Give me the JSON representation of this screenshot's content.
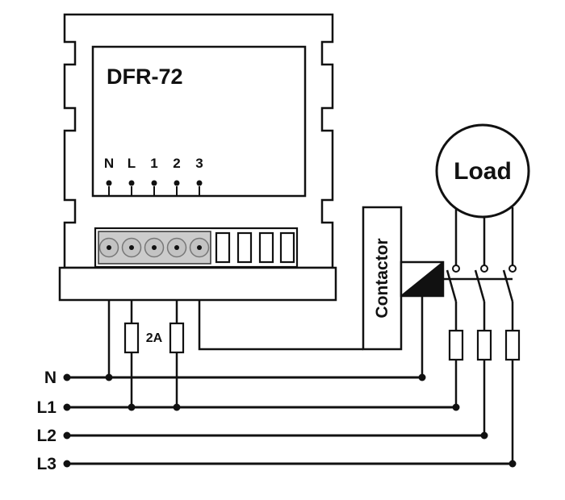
{
  "device": {
    "label": "DFR-72",
    "terminals": [
      "N",
      "L",
      "1",
      "2",
      "3"
    ]
  },
  "fuse": {
    "label": "2A"
  },
  "contactor": {
    "label": "Contactor"
  },
  "load": {
    "label": "Load"
  },
  "bus": {
    "labels": [
      "N",
      "L1",
      "L2",
      "L3"
    ]
  },
  "colors": {
    "line": "#111111",
    "terminal_fill": "#cccccc",
    "screw_fill": "#c3c3c3",
    "background": "#ffffff"
  }
}
